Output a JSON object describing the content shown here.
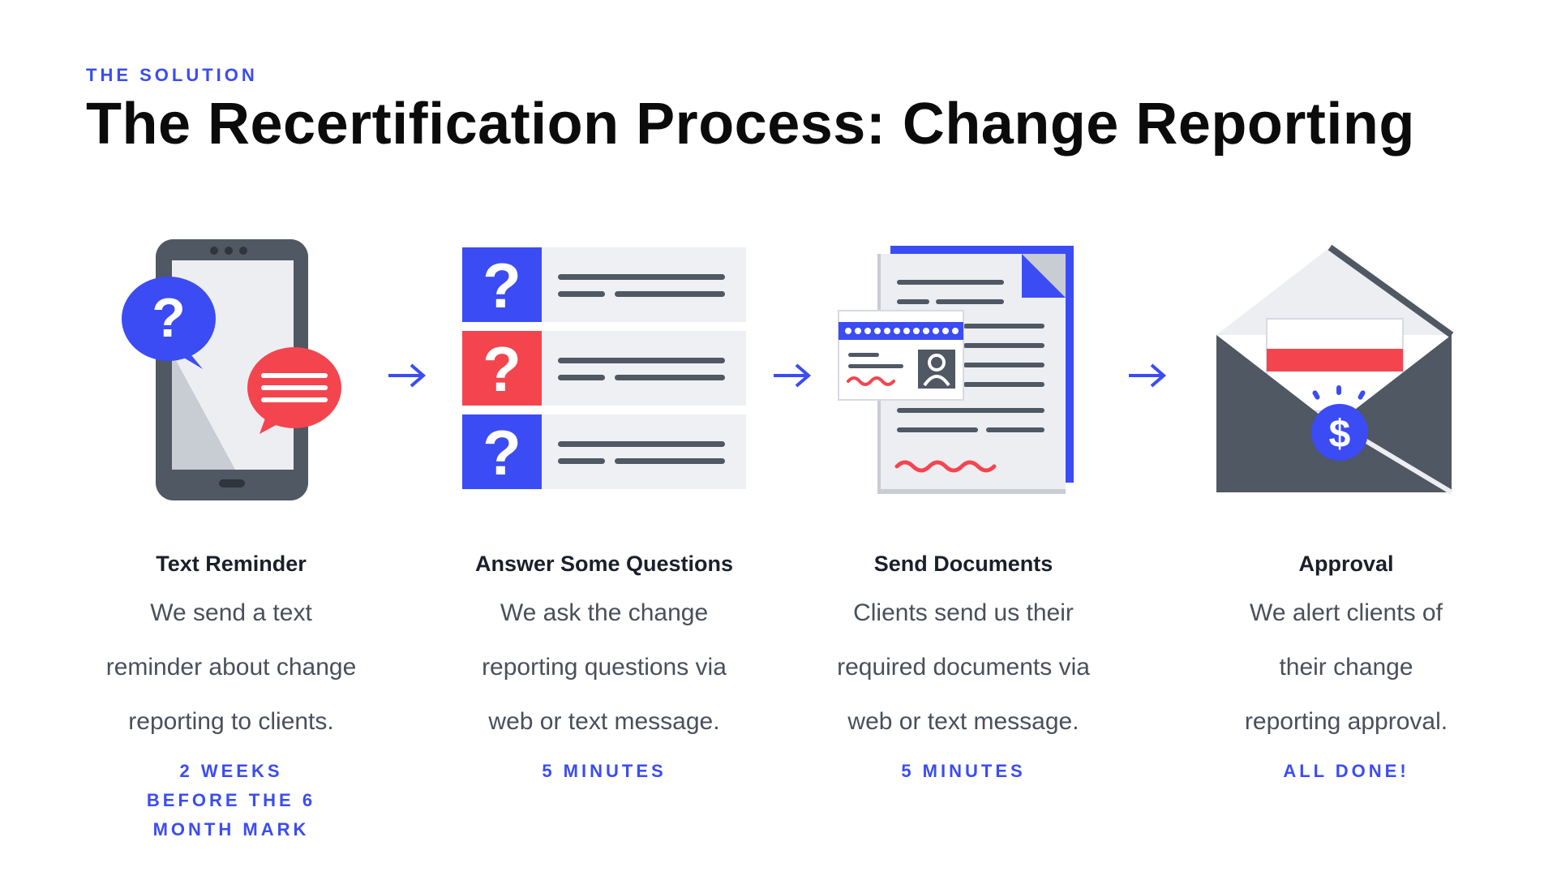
{
  "header": {
    "eyebrow": "THE SOLUTION",
    "title": "The Recertification Process: Change Reporting"
  },
  "steps": [
    {
      "title": "Text Reminder",
      "desc_lines": [
        "We send a text",
        "reminder about change",
        "reporting to clients."
      ],
      "time_lines": [
        "2 WEEKS",
        "BEFORE THE 6",
        "MONTH MARK"
      ],
      "icon": "phone-chat-icon"
    },
    {
      "title": "Answer Some Questions",
      "desc_lines": [
        "We ask the change",
        "reporting questions via",
        "web or text message."
      ],
      "time_lines": [
        "5 MINUTES"
      ],
      "icon": "question-list-icon"
    },
    {
      "title": "Send Documents",
      "desc_lines": [
        "Clients send us their",
        "required documents via",
        "web or text message."
      ],
      "time_lines": [
        "5 MINUTES"
      ],
      "icon": "document-id-icon"
    },
    {
      "title": "Approval",
      "desc_lines": [
        "We alert clients of",
        "their change",
        "reporting approval."
      ],
      "time_lines": [
        "ALL DONE!"
      ],
      "icon": "envelope-check-icon"
    }
  ],
  "colors": {
    "accent_blue": "#3b4cf5",
    "accent_red": "#f4454f",
    "dark_gray": "#4f5863",
    "light_gray": "#eef0f4"
  }
}
